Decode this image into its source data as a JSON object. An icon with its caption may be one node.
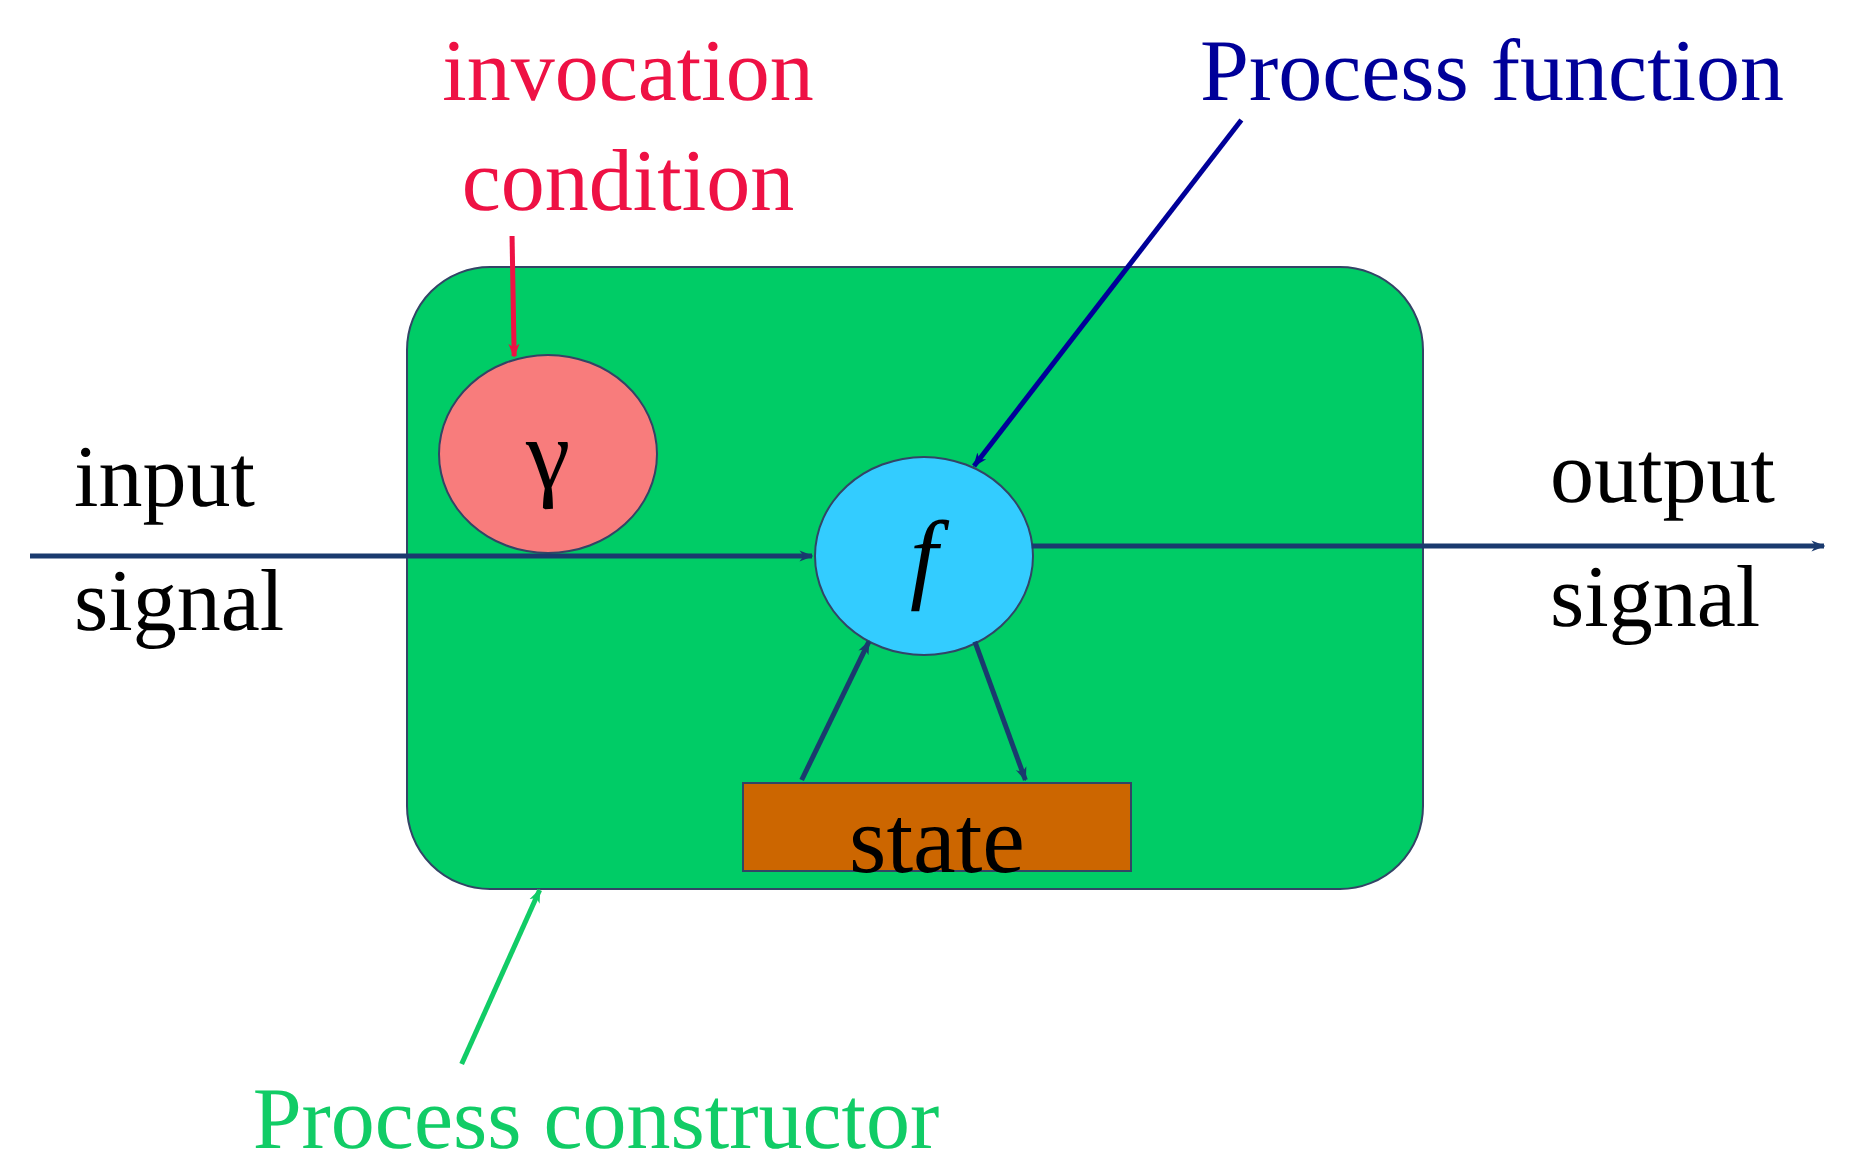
{
  "diagram": {
    "nodes": [
      {
        "text": [],
        "shape": "box"
      },
      {
        "text": [
          "γ"
        ],
        "in": 0
      },
      {
        "text": [
          "f"
        ],
        "in": 0
      },
      {
        "text": [
          "state"
        ],
        "in": 0
      },
      {
        "text": [
          "invocation condition"
        ]
      },
      {
        "text": [
          "Process function"
        ]
      },
      {
        "text": [
          "Process constructor"
        ]
      }
    ],
    "edges": [
      {
        "from": 4,
        "to": 1,
        "arrow": "to",
        "color": "#ee1144"
      },
      {
        "from": 5,
        "to": 2,
        "arrow": "to",
        "color": "#000099"
      },
      {
        "from": 6,
        "to": 0,
        "arrow": "to",
        "color": "#11cc66"
      },
      {
        "from": null,
        "to": 2,
        "arrow": "to"
      },
      {
        "from": 2,
        "to": null,
        "arrow": "to"
      },
      {
        "from": 3,
        "to": 2,
        "arrow": "to"
      },
      {
        "from": 2,
        "to": 3,
        "arrow": "to"
      }
    ],
    "labels": [
      "input signal",
      "output signal"
    ]
  }
}
